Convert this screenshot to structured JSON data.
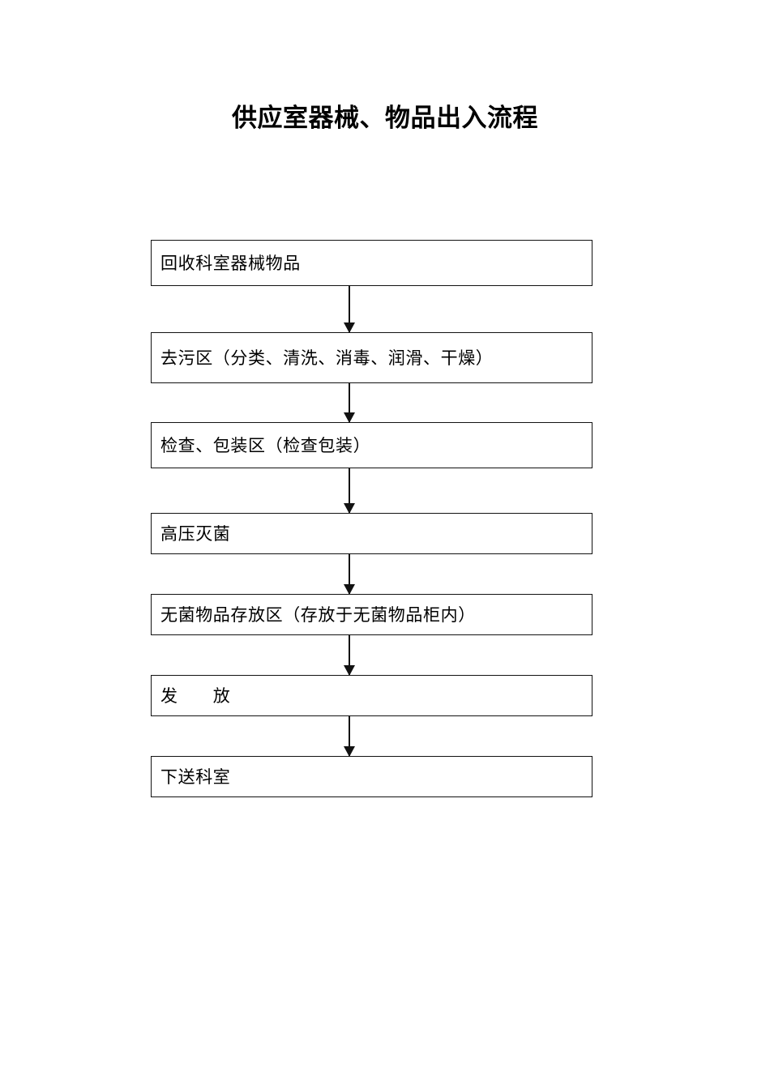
{
  "document": {
    "title": "供应室器械、物品出入流程",
    "page_background": "#ffffff",
    "text_color": "#000000",
    "border_color": "#121212"
  },
  "flowchart": {
    "type": "linear-process-flow",
    "orientation": "vertical",
    "connector_glyph": "down-arrow",
    "nodes": [
      {
        "id": "recycle",
        "label": "回收科室器械物品"
      },
      {
        "id": "decontam",
        "label": "去污区（分类、清洗、消毒、润滑、干燥）"
      },
      {
        "id": "inspect",
        "label": "检查、包装区（检查包装）"
      },
      {
        "id": "sterilize",
        "label": "高压灭菌"
      },
      {
        "id": "storage",
        "label": "无菌物品存放区（存放于无菌物品柜内）"
      },
      {
        "id": "issue",
        "label": "发　　放"
      },
      {
        "id": "deliver",
        "label": "下送科室"
      }
    ]
  }
}
